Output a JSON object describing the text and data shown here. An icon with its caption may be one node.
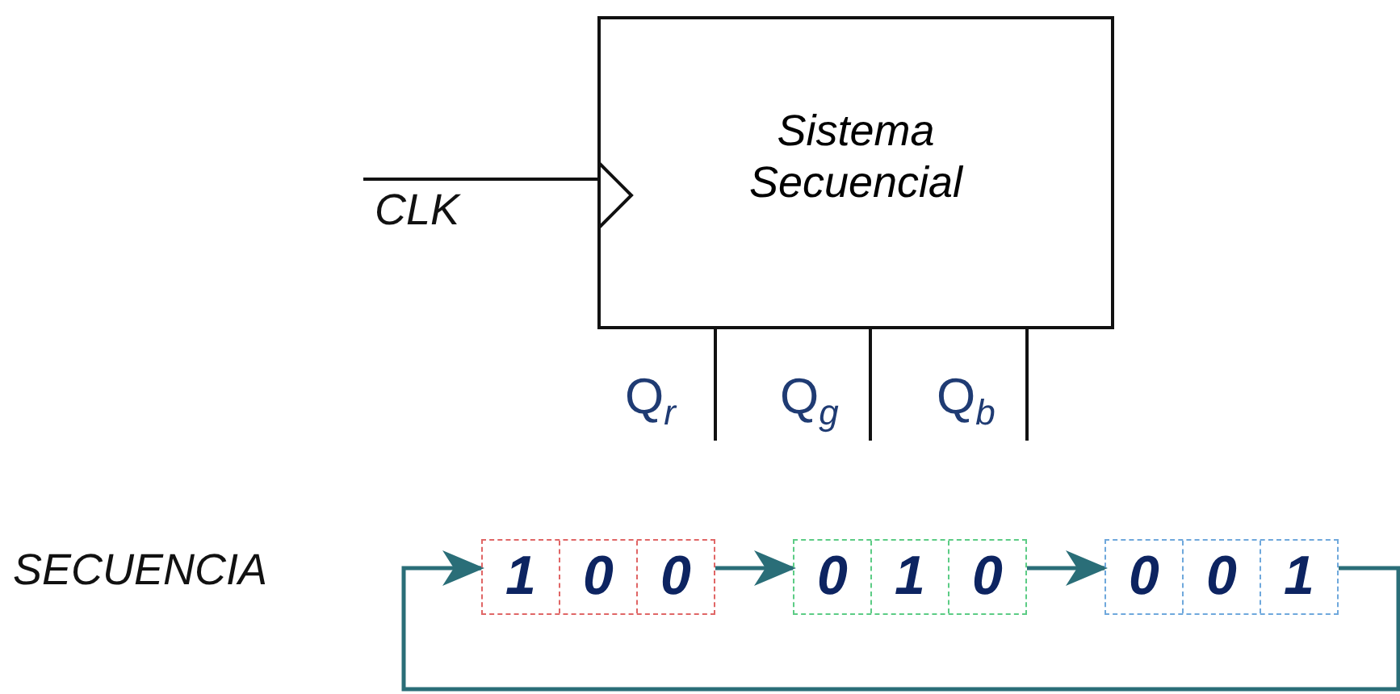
{
  "diagram": {
    "nodes": [
      {
        "text": [
          "Sistema Secuencial"
        ]
      },
      {
        "text": [],
        "shape": "box"
      },
      {
        "text": [
          "1"
        ],
        "in": 1
      },
      {
        "text": [
          "0"
        ],
        "in": 1
      },
      {
        "text": [
          "0"
        ],
        "in": 1
      },
      {
        "text": [],
        "shape": "box"
      },
      {
        "text": [
          "0"
        ],
        "in": 5
      },
      {
        "text": [
          "1"
        ],
        "in": 5
      },
      {
        "text": [
          "0"
        ],
        "in": 5
      },
      {
        "text": [],
        "shape": "box"
      },
      {
        "text": [
          "0"
        ],
        "in": 9
      },
      {
        "text": [
          "0"
        ],
        "in": 9
      },
      {
        "text": [
          "1"
        ],
        "in": 9
      }
    ],
    "edges": [
      {
        "from": null,
        "to": 0,
        "arrow": "none",
        "label": "CLK"
      },
      {
        "from": 0,
        "to": null,
        "arrow": "none",
        "label": "Q$_{r}$"
      },
      {
        "from": 0,
        "to": null,
        "arrow": "none",
        "label": "Q$_{g}$"
      },
      {
        "from": 0,
        "to": null,
        "arrow": "none",
        "label": "Q$_{b}$"
      },
      {
        "from": 1,
        "to": 5,
        "arrow": "to",
        "color": "#2a6e78"
      },
      {
        "from": 5,
        "to": 9,
        "arrow": "to",
        "color": "#2a6e78"
      },
      {
        "from": 9,
        "to": 1,
        "arrow": "to",
        "color": "#2a6e78"
      }
    ],
    "labels": [
      "SECUENCIA"
    ]
  }
}
